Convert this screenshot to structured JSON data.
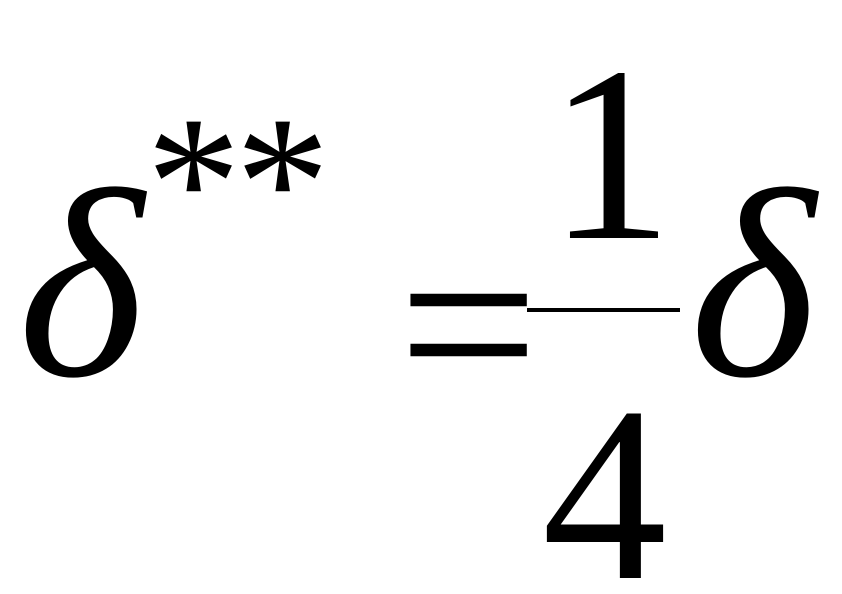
{
  "formula": {
    "lhs_symbol": "δ",
    "lhs_superscript": "**",
    "operator": "=",
    "fraction": {
      "numerator": "1",
      "denominator": "4"
    },
    "rhs_symbol": "δ"
  },
  "colors": {
    "foreground": "#000000",
    "background": "#ffffff"
  }
}
